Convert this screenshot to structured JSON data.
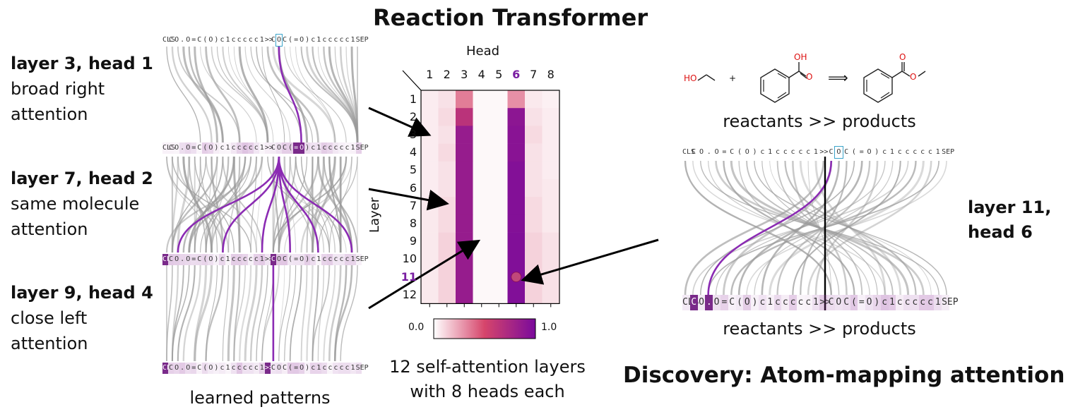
{
  "header": {
    "title": "Reaction Transformer"
  },
  "left_panel": {
    "patterns": [
      {
        "title": "layer 3, head 1",
        "desc_line1": "broad right",
        "desc_line2": "attention"
      },
      {
        "title": "layer 7, head 2",
        "desc_line1": "same molecule",
        "desc_line2": "attention"
      },
      {
        "title": "layer 9, head 4",
        "desc_line1": "close left",
        "desc_line2": "attention"
      }
    ],
    "caption": "learned patterns",
    "tokens": [
      "[CLS]",
      "C",
      "O",
      ".",
      "O",
      "=",
      "C",
      "(",
      "O",
      ")",
      "c",
      "1",
      "c",
      "c",
      "c",
      "c",
      "c",
      "1",
      ">>",
      "C",
      "O",
      "C",
      "(",
      "=",
      "O",
      ")",
      "c",
      "1",
      "c",
      "c",
      "c",
      "c",
      "c",
      "1",
      "[SEP]"
    ]
  },
  "heatmap": {
    "head_axis_label": "Head",
    "layer_axis_label": "Layer",
    "heads": [
      "1",
      "2",
      "3",
      "4",
      "5",
      "6",
      "7",
      "8"
    ],
    "layers": [
      "1",
      "2",
      "3",
      "4",
      "5",
      "6",
      "7",
      "8",
      "9",
      "10",
      "11",
      "12"
    ],
    "highlight_head": "6",
    "highlight_layer": "11",
    "colorbar_min": "0.0",
    "colorbar_max": "1.0",
    "caption_line1": "12 self-attention layers",
    "caption_line2": "with 8 heads each",
    "colors": {
      "low": "#ffffff",
      "mid": "#d6456b",
      "high": "#7a0a9c",
      "highlight": "#7a1fa2"
    }
  },
  "chart_data": {
    "type": "heatmap",
    "x_label": "Head",
    "y_label": "Layer",
    "x": [
      1,
      2,
      3,
      4,
      5,
      6,
      7,
      8
    ],
    "y": [
      1,
      2,
      3,
      4,
      5,
      6,
      7,
      8,
      9,
      10,
      11,
      12
    ],
    "values": [
      [
        0.05,
        0.08,
        0.35,
        0.02,
        0.02,
        0.3,
        0.06,
        0.04
      ],
      [
        0.05,
        0.1,
        0.65,
        0.02,
        0.02,
        0.9,
        0.08,
        0.05
      ],
      [
        0.05,
        0.08,
        0.85,
        0.02,
        0.02,
        0.92,
        0.1,
        0.05
      ],
      [
        0.05,
        0.1,
        0.85,
        0.02,
        0.02,
        0.92,
        0.08,
        0.05
      ],
      [
        0.05,
        0.08,
        0.85,
        0.02,
        0.02,
        0.95,
        0.08,
        0.05
      ],
      [
        0.05,
        0.08,
        0.85,
        0.02,
        0.02,
        0.95,
        0.08,
        0.06
      ],
      [
        0.06,
        0.1,
        0.85,
        0.02,
        0.02,
        0.95,
        0.1,
        0.06
      ],
      [
        0.06,
        0.1,
        0.85,
        0.02,
        0.02,
        0.95,
        0.1,
        0.06
      ],
      [
        0.06,
        0.12,
        0.85,
        0.02,
        0.02,
        0.96,
        0.12,
        0.08
      ],
      [
        0.06,
        0.12,
        0.85,
        0.02,
        0.02,
        0.96,
        0.12,
        0.08
      ],
      [
        0.06,
        0.12,
        0.85,
        0.02,
        0.02,
        0.96,
        0.12,
        0.08
      ],
      [
        0.06,
        0.12,
        0.85,
        0.02,
        0.02,
        0.96,
        0.12,
        0.08
      ]
    ],
    "color_range": [
      0.0,
      1.0
    ]
  },
  "right_panel": {
    "reaction_caption_top": "reactants >> products",
    "reaction_caption_bottom": "reactants >> products",
    "layer_head_line1": "layer 11,",
    "layer_head_line2": "head 6",
    "discovery_title": "Discovery: Atom-mapping attention",
    "atom_label_ho": "HO",
    "atom_label_o": "O",
    "atom_label_oh": "OH",
    "plus": "+",
    "arrow": "⟹"
  }
}
